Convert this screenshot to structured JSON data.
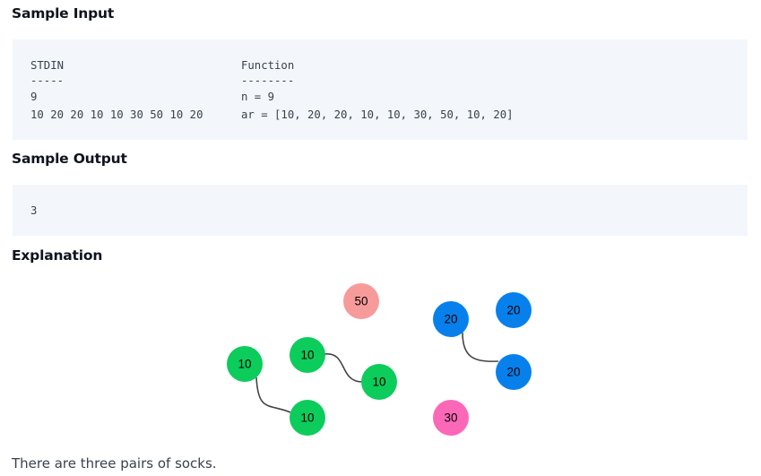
{
  "sections": {
    "sample_input_title": "Sample Input",
    "sample_output_title": "Sample Output",
    "explanation_title": "Explanation"
  },
  "sample_input": {
    "lines": [
      {
        "left": "STDIN",
        "right": "Function"
      },
      {
        "left": "-----",
        "right": "--------"
      },
      {
        "left": "9",
        "right": "n = 9"
      },
      {
        "left": "10 20 20 10 10 30 50 10 20",
        "right": "ar = [10, 20, 20, 10, 10, 30, 50, 10, 20]"
      }
    ]
  },
  "sample_output": {
    "value": "3"
  },
  "diagram": {
    "colors": {
      "10": "#0ccc5b",
      "20": "#0780ec",
      "30": "#fc68b8",
      "50": "#f69b9a",
      "link": "#444444"
    },
    "socks": [
      {
        "label": "50",
        "color": "#f69b9a"
      },
      {
        "label": "20",
        "color": "#0780ec"
      },
      {
        "label": "20",
        "color": "#0780ec"
      },
      {
        "label": "10",
        "color": "#0ccc5b"
      },
      {
        "label": "10",
        "color": "#0ccc5b"
      },
      {
        "label": "10",
        "color": "#0ccc5b"
      },
      {
        "label": "20",
        "color": "#0780ec"
      },
      {
        "label": "10",
        "color": "#0ccc5b"
      },
      {
        "label": "30",
        "color": "#fc68b8"
      }
    ],
    "pairs": [
      {
        "value": "10"
      },
      {
        "value": "10"
      },
      {
        "value": "20"
      }
    ]
  },
  "explanation": {
    "text": "There are three pairs of socks."
  }
}
